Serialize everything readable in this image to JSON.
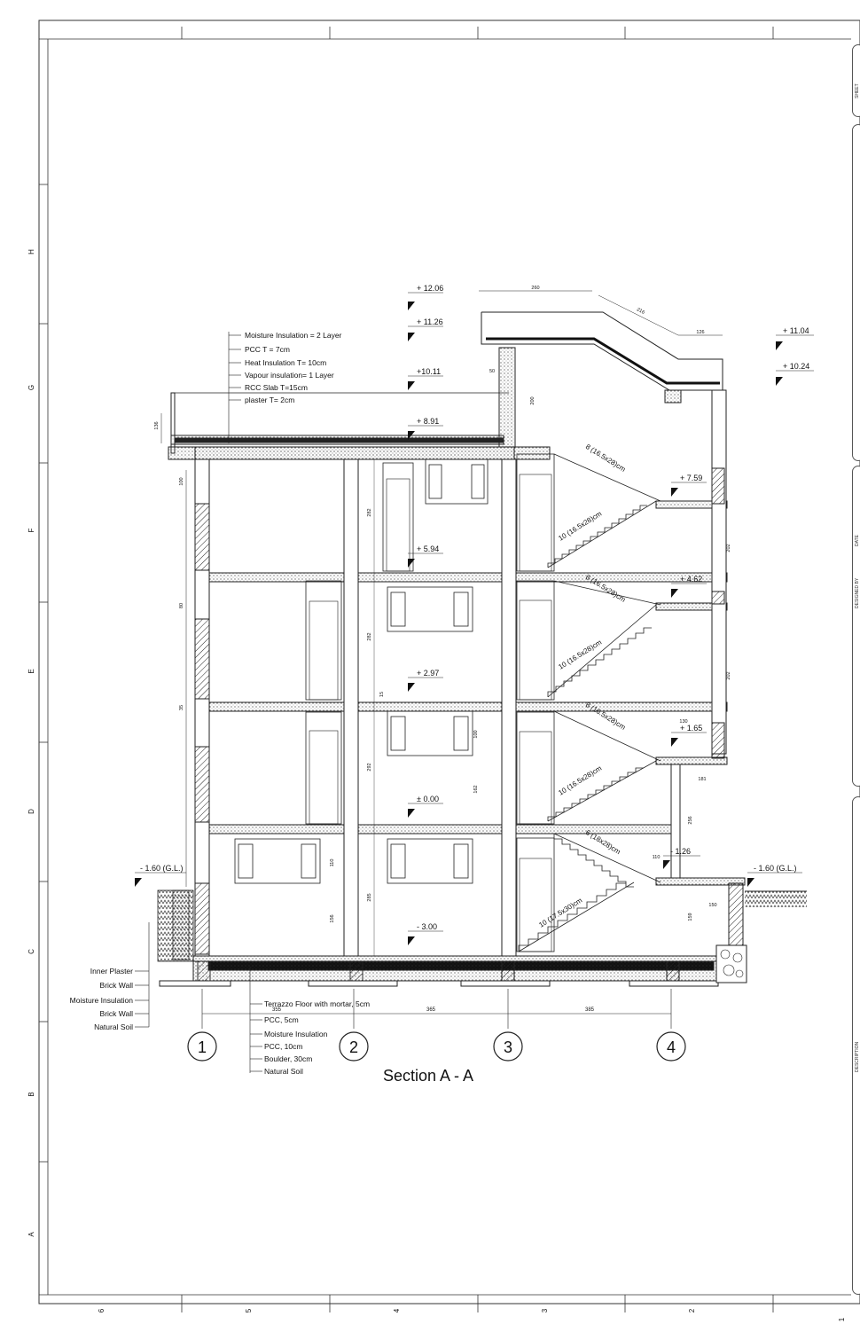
{
  "drawing": {
    "title": "Section A - A",
    "grid_columns": [
      "1",
      "2",
      "3",
      "4"
    ],
    "border_rows_left": [
      "H",
      "G",
      "F",
      "E",
      "D",
      "C",
      "B",
      "A"
    ],
    "border_cols_bottom": [
      "6",
      "5",
      "4",
      "3",
      "2",
      "1"
    ]
  },
  "levels": [
    {
      "id": "lvl-1206",
      "text": "+ 12.06"
    },
    {
      "id": "lvl-1126",
      "text": "+ 11.26"
    },
    {
      "id": "lvl-1011",
      "text": "+10.11"
    },
    {
      "id": "lvl-891",
      "text": "+ 8.91"
    },
    {
      "id": "lvl-1104",
      "text": "+ 11.04"
    },
    {
      "id": "lvl-1024",
      "text": "+ 10.24"
    },
    {
      "id": "lvl-759",
      "text": "+ 7.59"
    },
    {
      "id": "lvl-594",
      "text": "+ 5.94"
    },
    {
      "id": "lvl-462",
      "text": "+ 4.62"
    },
    {
      "id": "lvl-297",
      "text": "+ 2.97"
    },
    {
      "id": "lvl-165",
      "text": "+ 1.65"
    },
    {
      "id": "lvl-000",
      "text": "± 0.00"
    },
    {
      "id": "lvl-m126",
      "text": "- 1.26"
    },
    {
      "id": "lvl-m160l",
      "text": "- 1.60 (G.L.)"
    },
    {
      "id": "lvl-m160r",
      "text": "- 1.60 (G.L.)"
    },
    {
      "id": "lvl-m300",
      "text": "- 3.00"
    }
  ],
  "roof_layers": [
    "Moisture Insulation = 2 Layer",
    "PCC T = 7cm",
    "Heat Insulation T= 10cm",
    "Vapour insulation= 1 Layer",
    "RCC Slab T=15cm",
    "plaster T= 2cm"
  ],
  "wall_layers": [
    "Inner Plaster",
    "Brick Wall",
    "Moisture Insulation",
    "Brick Wall",
    "Natural Soil"
  ],
  "floor_layers": [
    "Terrazzo Floor with mortar, 5cm",
    "PCC,   5cm",
    "Moisture Insulation",
    "PCC,   10cm",
    "Boulder, 30cm",
    "Natural Soil"
  ],
  "stairs": [
    "8 (16.5x28)cm",
    "10 (16.5x28)cm",
    "8 (16.5x28)cm",
    "10 (16.5x28)cm",
    "8 (16.5x28)cm",
    "10 (16.5x28)cm",
    "6 (18x28)cm",
    "10 (17.5x30)cm"
  ],
  "dimensions": {
    "roof_top": [
      "260",
      "216",
      "126"
    ],
    "grid": [
      "355",
      "365",
      "385"
    ],
    "vertical": [
      "136",
      "100",
      "282",
      "282",
      "292",
      "285",
      "110",
      "156",
      "200",
      "100",
      "162",
      "202",
      "202",
      "256",
      "159",
      "181",
      "150",
      "130",
      "110",
      "50",
      "80",
      "35",
      "15"
    ]
  },
  "title_block": [
    "SHEET",
    "DATE",
    "DESIGNED BY",
    "DESCRIPTION"
  ]
}
